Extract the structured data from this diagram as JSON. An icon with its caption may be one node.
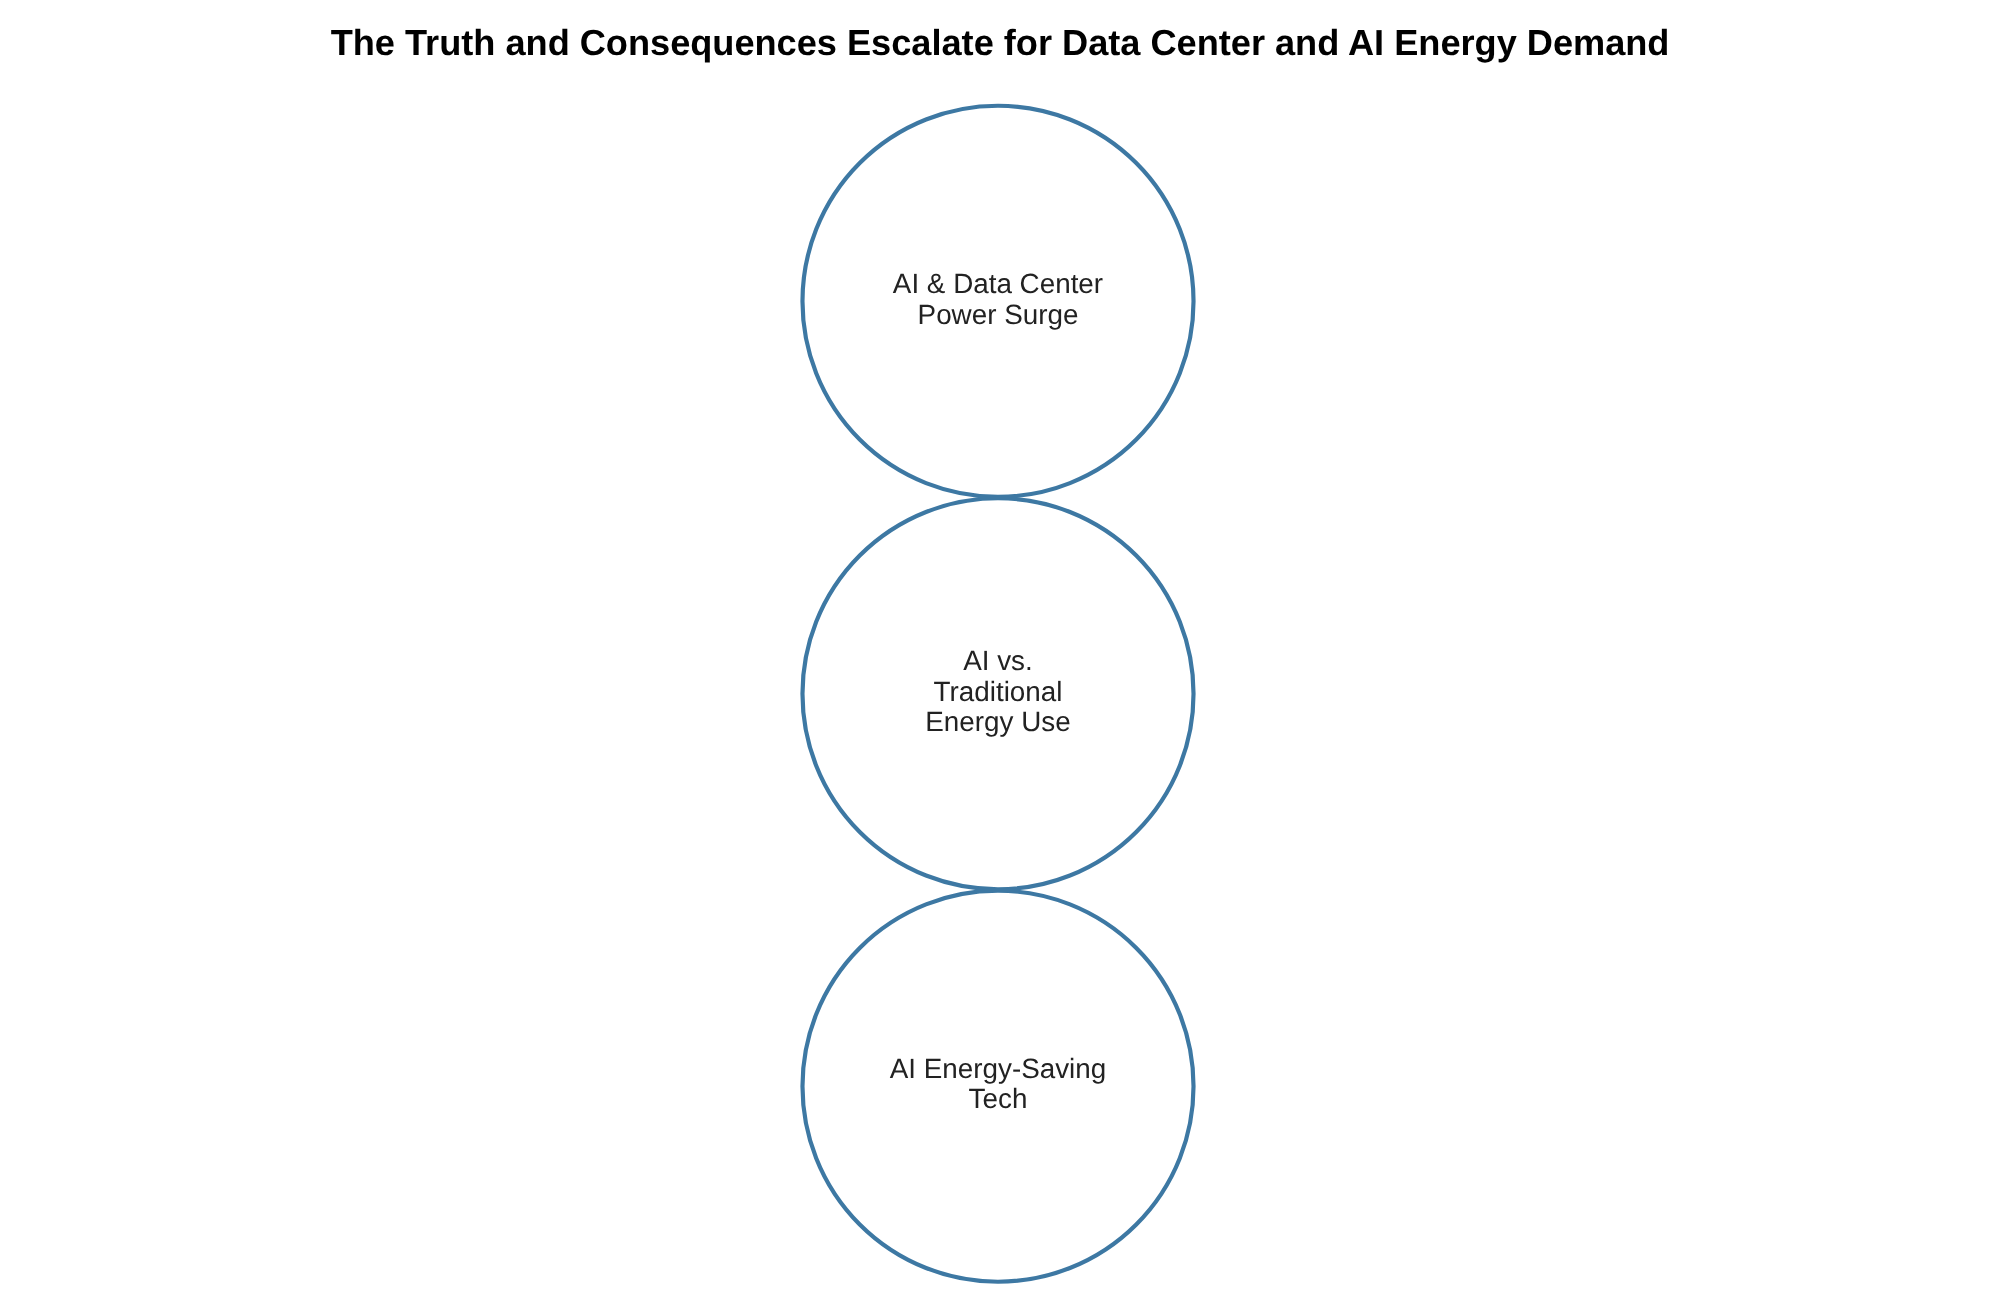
{
  "diagram": {
    "title": "The Truth and Consequences Escalate for Data Center and AI Energy Demand",
    "nodes": [
      {
        "text": [
          "AI & Data Center Power Surge"
        ]
      },
      {
        "text": [
          "AI vs. Traditional Energy Use"
        ]
      },
      {
        "text": [
          "AI Energy-Saving Tech"
        ]
      }
    ],
    "edges": []
  }
}
